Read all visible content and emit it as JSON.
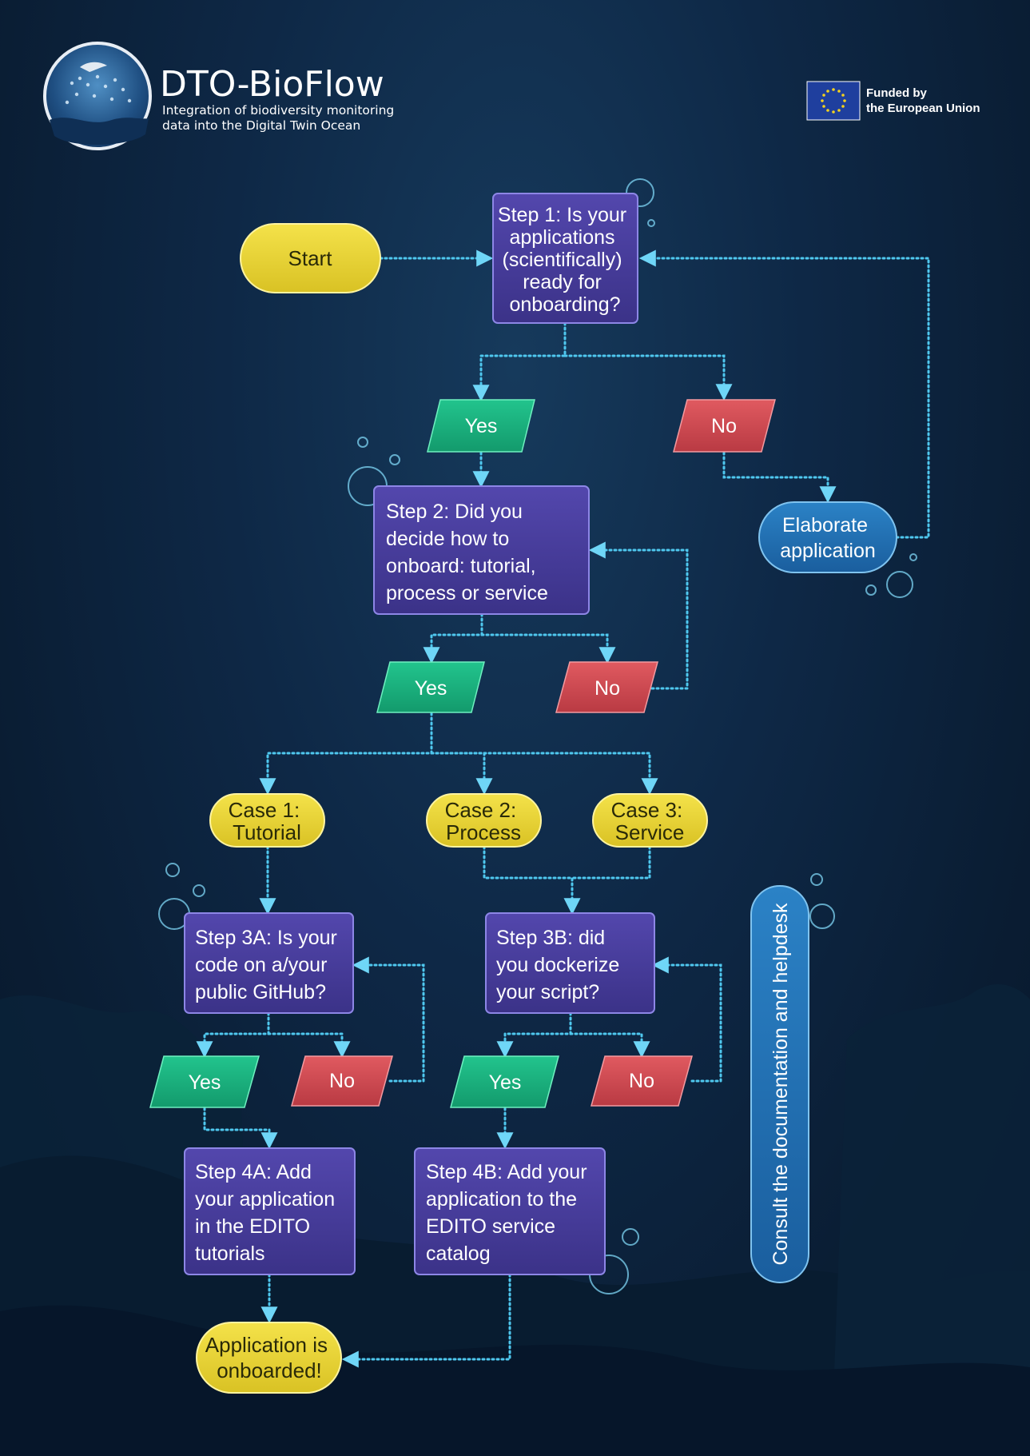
{
  "header": {
    "title": "DTO-BioFlow",
    "subtitle_line1": "Integration of biodiversity monitoring",
    "subtitle_line2": "data into the Digital Twin Ocean",
    "eu_line1": "Funded by",
    "eu_line2": "the European Union"
  },
  "colors": {
    "decision_fill": "#4a3fa0",
    "yes_fill": "#19b37f",
    "no_fill": "#d54a52",
    "terminal_fill": "#e9d534",
    "process_fill": "#1f6fb2",
    "connector": "#4fc8ef"
  },
  "nodes": {
    "start": "Start",
    "step1": [
      "Step 1: Is your",
      "applications",
      "(scientifically)",
      "ready for",
      "onboarding?"
    ],
    "yes1": "Yes",
    "no1": "No",
    "elaborate": [
      "Elaborate",
      "application"
    ],
    "step2": [
      "Step 2: Did you",
      "decide how to",
      "onboard: tutorial,",
      "process or service"
    ],
    "yes2": "Yes",
    "no2": "No",
    "case1": [
      "Case 1:",
      "Tutorial"
    ],
    "case2": [
      "Case 2:",
      "Process"
    ],
    "case3": [
      "Case 3:",
      "Service"
    ],
    "step3a": [
      "Step 3A: Is your",
      "code on a/your",
      "public GitHub?"
    ],
    "step3b": [
      "Step 3B: did",
      "you dockerize",
      "your script?"
    ],
    "yes3a": "Yes",
    "no3a": "No",
    "yes3b": "Yes",
    "no3b": "No",
    "step4a": [
      "Step 4A: Add",
      "your application",
      "in the EDITO",
      "tutorials"
    ],
    "step4b": [
      "Step 4B: Add your",
      "application to the",
      "EDITO service",
      "catalog"
    ],
    "onboarded": [
      "Application is",
      "onboarded!"
    ],
    "helpdesk": "Consult the documentation and helpdesk"
  }
}
